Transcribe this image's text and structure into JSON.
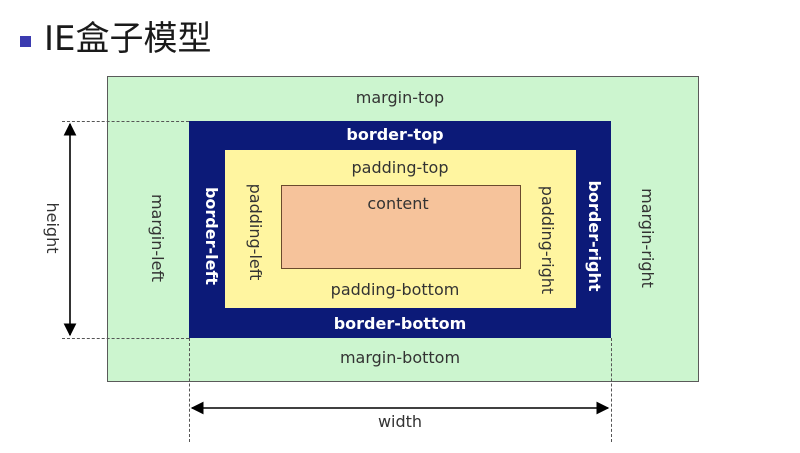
{
  "title": "IE盒子模型",
  "colors": {
    "bullet": "#3b3bb0",
    "margin_fill": "#ccf5cf",
    "border_fill": "#0c1a78",
    "padding_fill": "#fff5a0",
    "content_fill": "#f6c39b",
    "light_text": "#ffffff",
    "dark_text": "#333333"
  },
  "labels": {
    "margin_top": "margin-top",
    "margin_bottom": "margin-bottom",
    "margin_left": "margin-left",
    "margin_right": "margin-right",
    "border_top": "border-top",
    "border_bottom": "border-bottom",
    "border_left": "border-left",
    "border_right": "border-right",
    "padding_top": "padding-top",
    "padding_bottom": "padding-bottom",
    "padding_left": "padding-left",
    "padding_right": "padding-right",
    "content": "content",
    "height": "height",
    "width": "width"
  }
}
